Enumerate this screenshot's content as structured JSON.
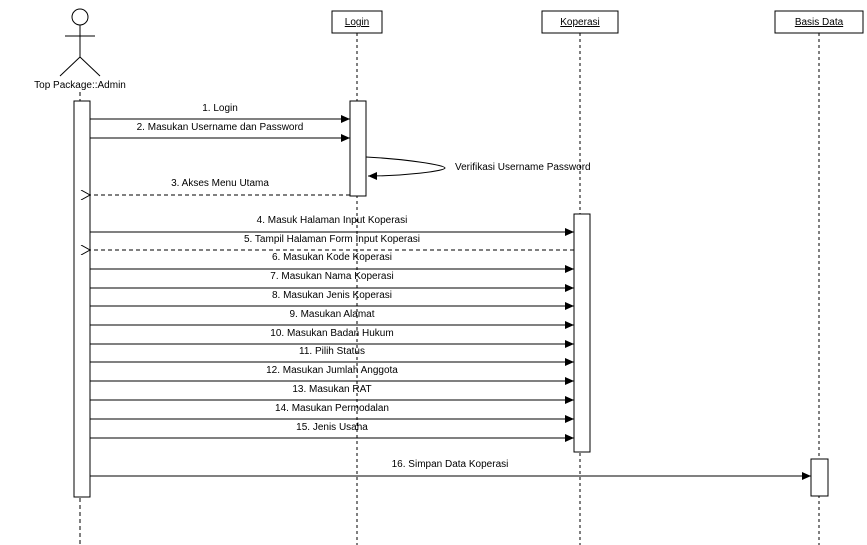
{
  "actor": {
    "name": "Top Package::Admin"
  },
  "lifelines": [
    {
      "id": "login",
      "label": "Login"
    },
    {
      "id": "koperasi",
      "label": "Koperasi"
    },
    {
      "id": "basis",
      "label": "Basis Data"
    }
  ],
  "messages": [
    {
      "label": "1. Login",
      "style": "solid"
    },
    {
      "label": "2. Masukan Username dan Password",
      "style": "solid"
    },
    {
      "label": "Verifikasi Username Password",
      "style": "self"
    },
    {
      "label": "3. Akses Menu Utama",
      "style": "dashed"
    },
    {
      "label": "4. Masuk Halaman Input Koperasi",
      "style": "solid"
    },
    {
      "label": "5. Tampil Halaman Form Input Koperasi",
      "style": "dashed"
    },
    {
      "label": "6. Masukan Kode Koperasi",
      "style": "solid"
    },
    {
      "label": "7. Masukan Nama Koperasi",
      "style": "solid"
    },
    {
      "label": "8. Masukan Jenis Koperasi",
      "style": "solid"
    },
    {
      "label": "9. Masukan Alamat",
      "style": "solid"
    },
    {
      "label": "10. Masukan Badan Hukum",
      "style": "solid"
    },
    {
      "label": "11. Pilih Status",
      "style": "solid"
    },
    {
      "label": "12. Masukan Jumlah Anggota",
      "style": "solid"
    },
    {
      "label": "13. Masukan RAT",
      "style": "solid"
    },
    {
      "label": "14. Masukan Permodalan",
      "style": "solid"
    },
    {
      "label": "15. Jenis Usaha",
      "style": "solid"
    },
    {
      "label": "16. Simpan Data Koperasi",
      "style": "solid"
    }
  ]
}
